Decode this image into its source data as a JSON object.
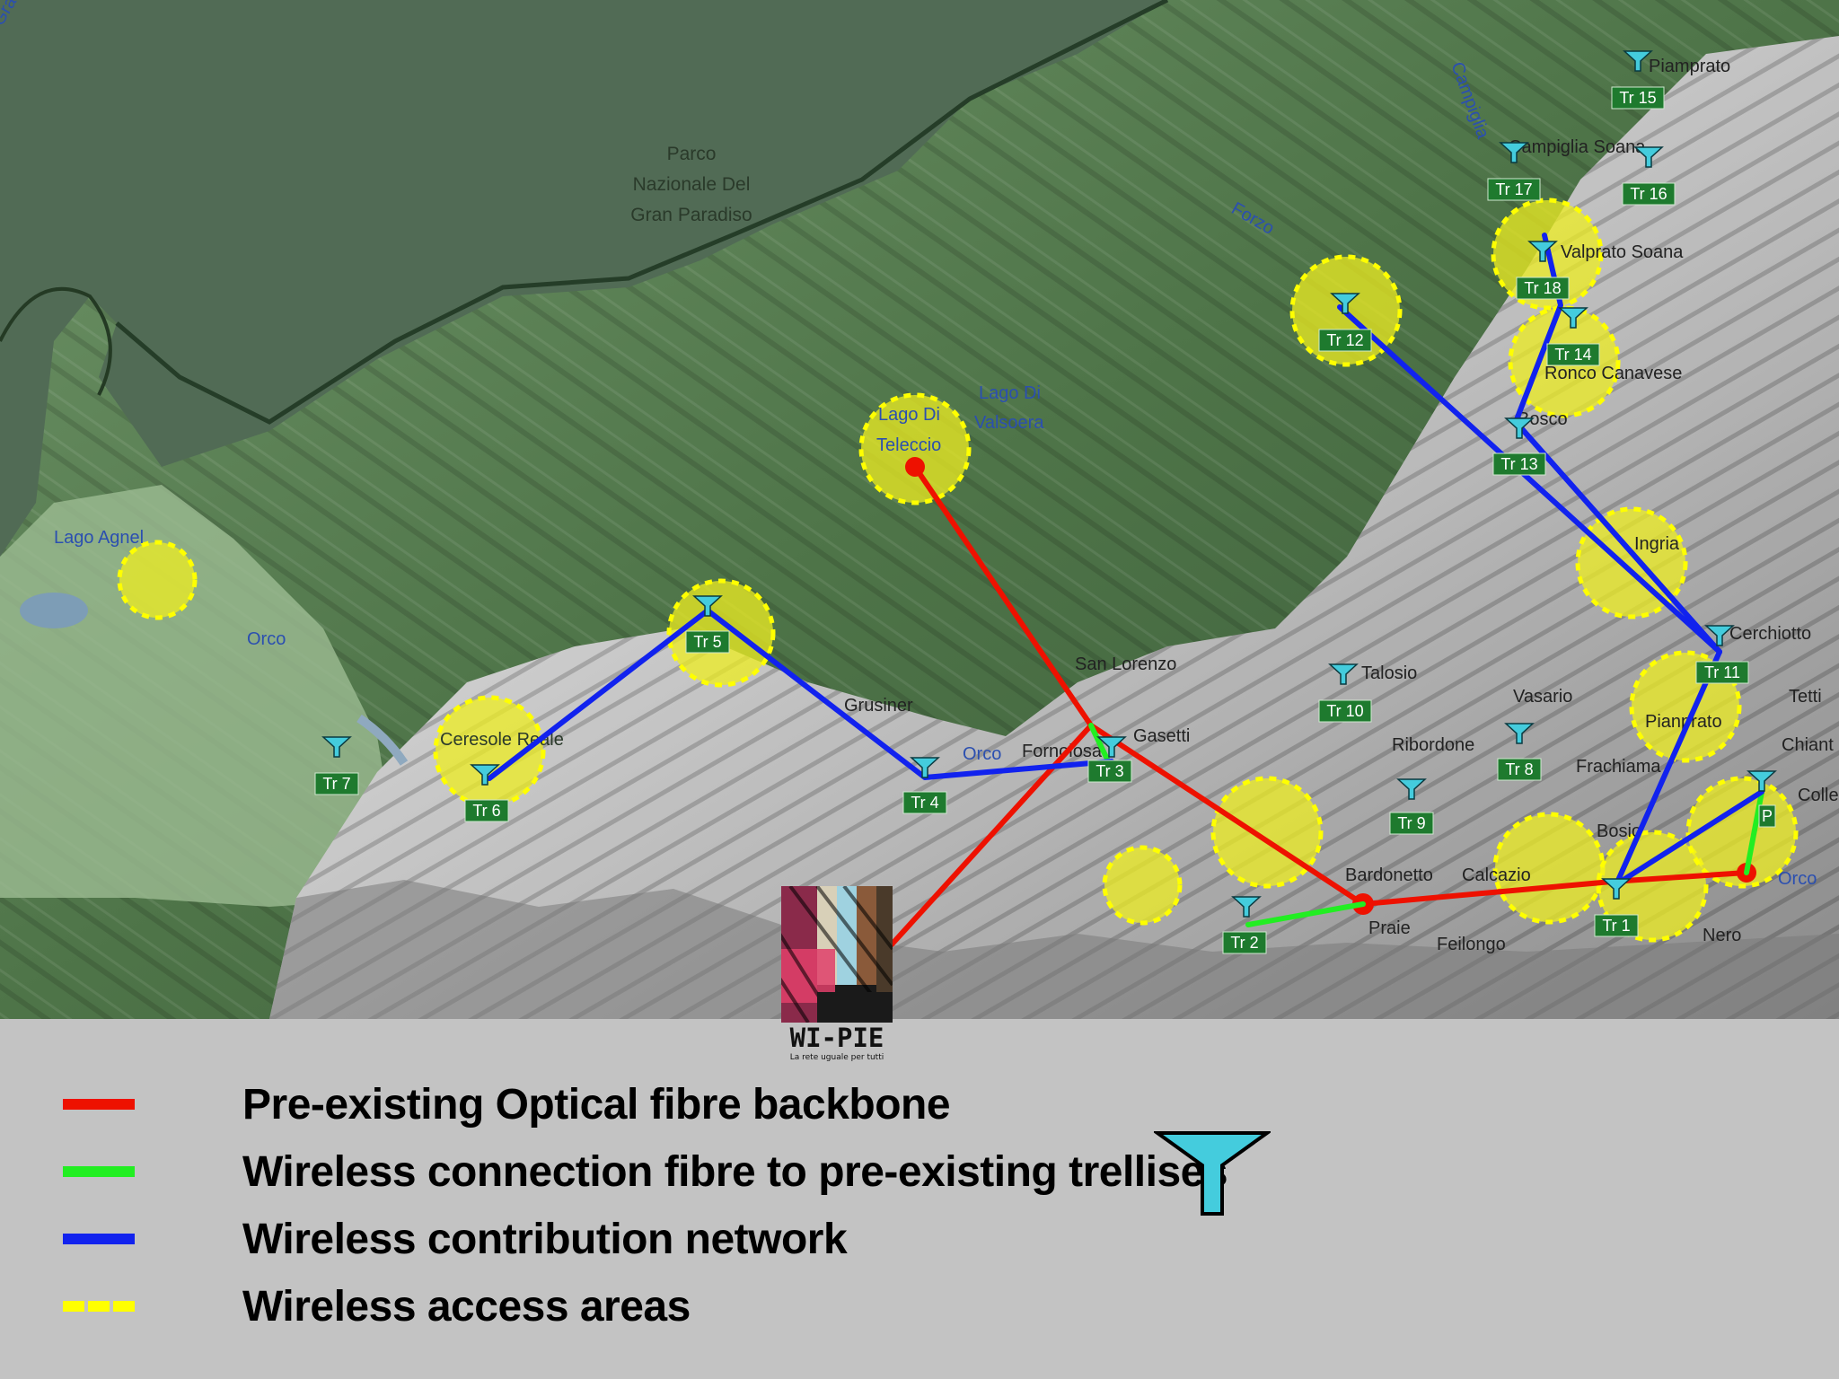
{
  "map": {
    "park_label": [
      "Parco",
      "Nazionale Del",
      "Gran Paradiso"
    ],
    "place_labels": [
      {
        "text": "Lago Agnel",
        "cls": "water"
      },
      {
        "text": "Orco",
        "cls": "water"
      },
      {
        "text": "Ceresole Reale",
        "cls": "place"
      },
      {
        "text": "Lago Di",
        "cls": "water"
      },
      {
        "text": "Valsoera",
        "cls": "water"
      },
      {
        "text": "Lago Di",
        "cls": "water"
      },
      {
        "text": "Teleccio",
        "cls": "water"
      },
      {
        "text": "Grusiner",
        "cls": "place"
      },
      {
        "text": "Orco",
        "cls": "water"
      },
      {
        "text": "Fornolosa",
        "cls": "place"
      },
      {
        "text": "San Lorenzo",
        "cls": "place"
      },
      {
        "text": "Gasetti",
        "cls": "place"
      },
      {
        "text": "Talosio",
        "cls": "place"
      },
      {
        "text": "Vasario",
        "cls": "place"
      },
      {
        "text": "Ribordone",
        "cls": "place"
      },
      {
        "text": "Frachiama",
        "cls": "place"
      },
      {
        "text": "Bardonetto",
        "cls": "place"
      },
      {
        "text": "Calcazio",
        "cls": "place"
      },
      {
        "text": "Praie",
        "cls": "place"
      },
      {
        "text": "Feilongo",
        "cls": "place"
      },
      {
        "text": "Bosio",
        "cls": "place"
      },
      {
        "text": "Nero",
        "cls": "place"
      },
      {
        "text": "Orco",
        "cls": "water"
      },
      {
        "text": "Campiglia Soana",
        "cls": "place"
      },
      {
        "text": "Piamprato",
        "cls": "place"
      },
      {
        "text": "Valprato Soana",
        "cls": "place"
      },
      {
        "text": "Ronco Canavese",
        "cls": "place"
      },
      {
        "text": "Bosco",
        "cls": "place"
      },
      {
        "text": "Ingria",
        "cls": "place"
      },
      {
        "text": "Pianprato",
        "cls": "place"
      },
      {
        "text": "Cerchiotto",
        "cls": "place"
      },
      {
        "text": "Tetti",
        "cls": "place"
      },
      {
        "text": "Chiant",
        "cls": "place"
      },
      {
        "text": "Colle",
        "cls": "place"
      },
      {
        "text": "Forzo",
        "cls": "water"
      },
      {
        "text": "Campiglia",
        "cls": "water"
      },
      {
        "text": "Gran Di Rhemes",
        "cls": "place"
      }
    ],
    "trellises": [
      "Tr 2",
      "Tr 3",
      "Tr 4",
      "Tr 5",
      "Tr 6",
      "Tr 7",
      "Tr 8",
      "Tr 9",
      "Tr 10",
      "Tr 11",
      "Tr 12",
      "Tr 13",
      "Tr 14",
      "Tr 15",
      "Tr 16",
      "Tr 17",
      "Tr 18",
      "Tr 1",
      "P"
    ]
  },
  "logo": {
    "title": "WI-PIE",
    "subtitle": "La rete uguale per tutti"
  },
  "legend": {
    "items": [
      {
        "label": "Pre-existing Optical fibre backbone",
        "color": "#ee0000"
      },
      {
        "label": "Wireless connection fibre to pre-existing trellises",
        "color": "#00ee00"
      },
      {
        "label": "Wireless contribution network",
        "color": "#0000ee"
      },
      {
        "label": "Wireless access areas",
        "color": "#ffff00"
      }
    ],
    "antenna_color": "#44ccdd"
  }
}
